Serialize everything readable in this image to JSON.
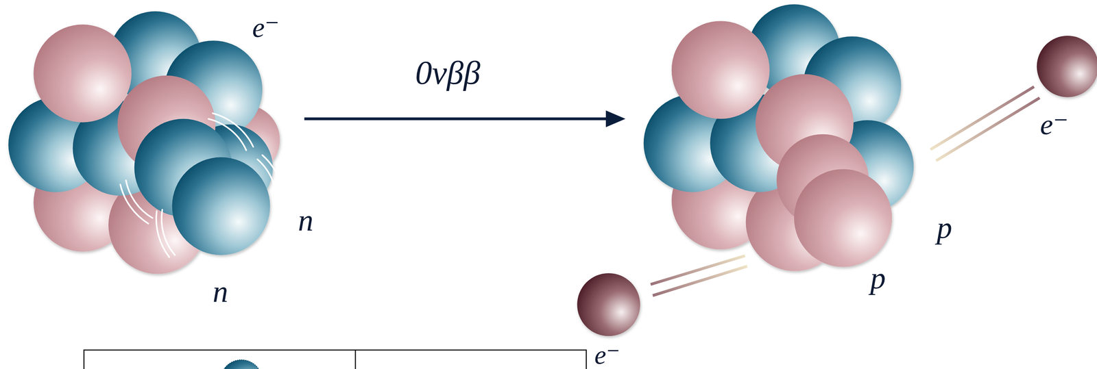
{
  "diagram": {
    "labels": [
      "0νββ",
      "n",
      "n",
      "p",
      "p",
      "e⁻",
      "e⁻",
      "e⁻"
    ]
  }
}
